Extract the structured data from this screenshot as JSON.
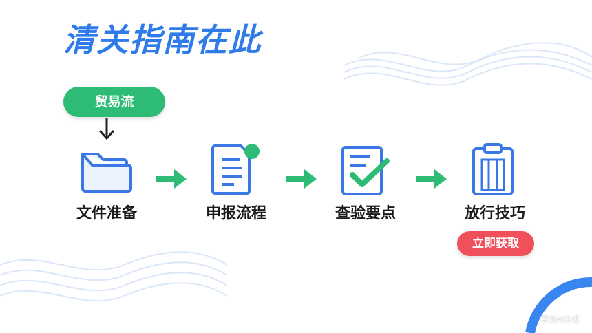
{
  "title": "清关指南在此",
  "trade_flow_label": "贸易流",
  "steps": [
    {
      "label": "文件准备",
      "icon": "folder-icon"
    },
    {
      "label": "申报流程",
      "icon": "document-icon"
    },
    {
      "label": "查验要点",
      "icon": "checklist-icon"
    },
    {
      "label": "放行技巧",
      "icon": "clipboard-icon"
    }
  ],
  "cta_label": "立即获取",
  "watermark": "豆包AI生成",
  "colors": {
    "title_blue": "#2f7bea",
    "icon_blue": "#3a78e6",
    "green": "#2dbb76",
    "red": "#f0505a",
    "wave": "#dbe7f8"
  }
}
